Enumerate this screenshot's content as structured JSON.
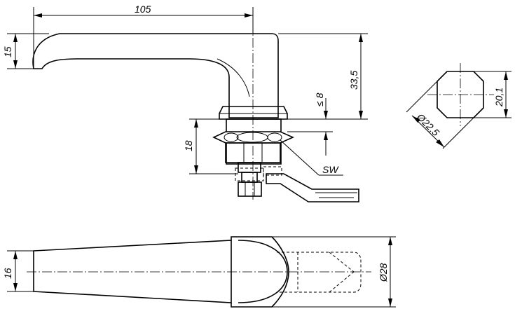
{
  "dimensions": {
    "handle_length": "105",
    "grip_height": "15",
    "height_to_nut": "33,5",
    "clamp_range": "≤ 8",
    "thread_length": "18",
    "wrench_size": "SW",
    "square_width": "20,1",
    "square_diameter": "Ø22,5",
    "top_grip_height": "16",
    "boss_diameter": "Ø28"
  },
  "colors": {
    "line": "#000000",
    "background": "#ffffff"
  }
}
